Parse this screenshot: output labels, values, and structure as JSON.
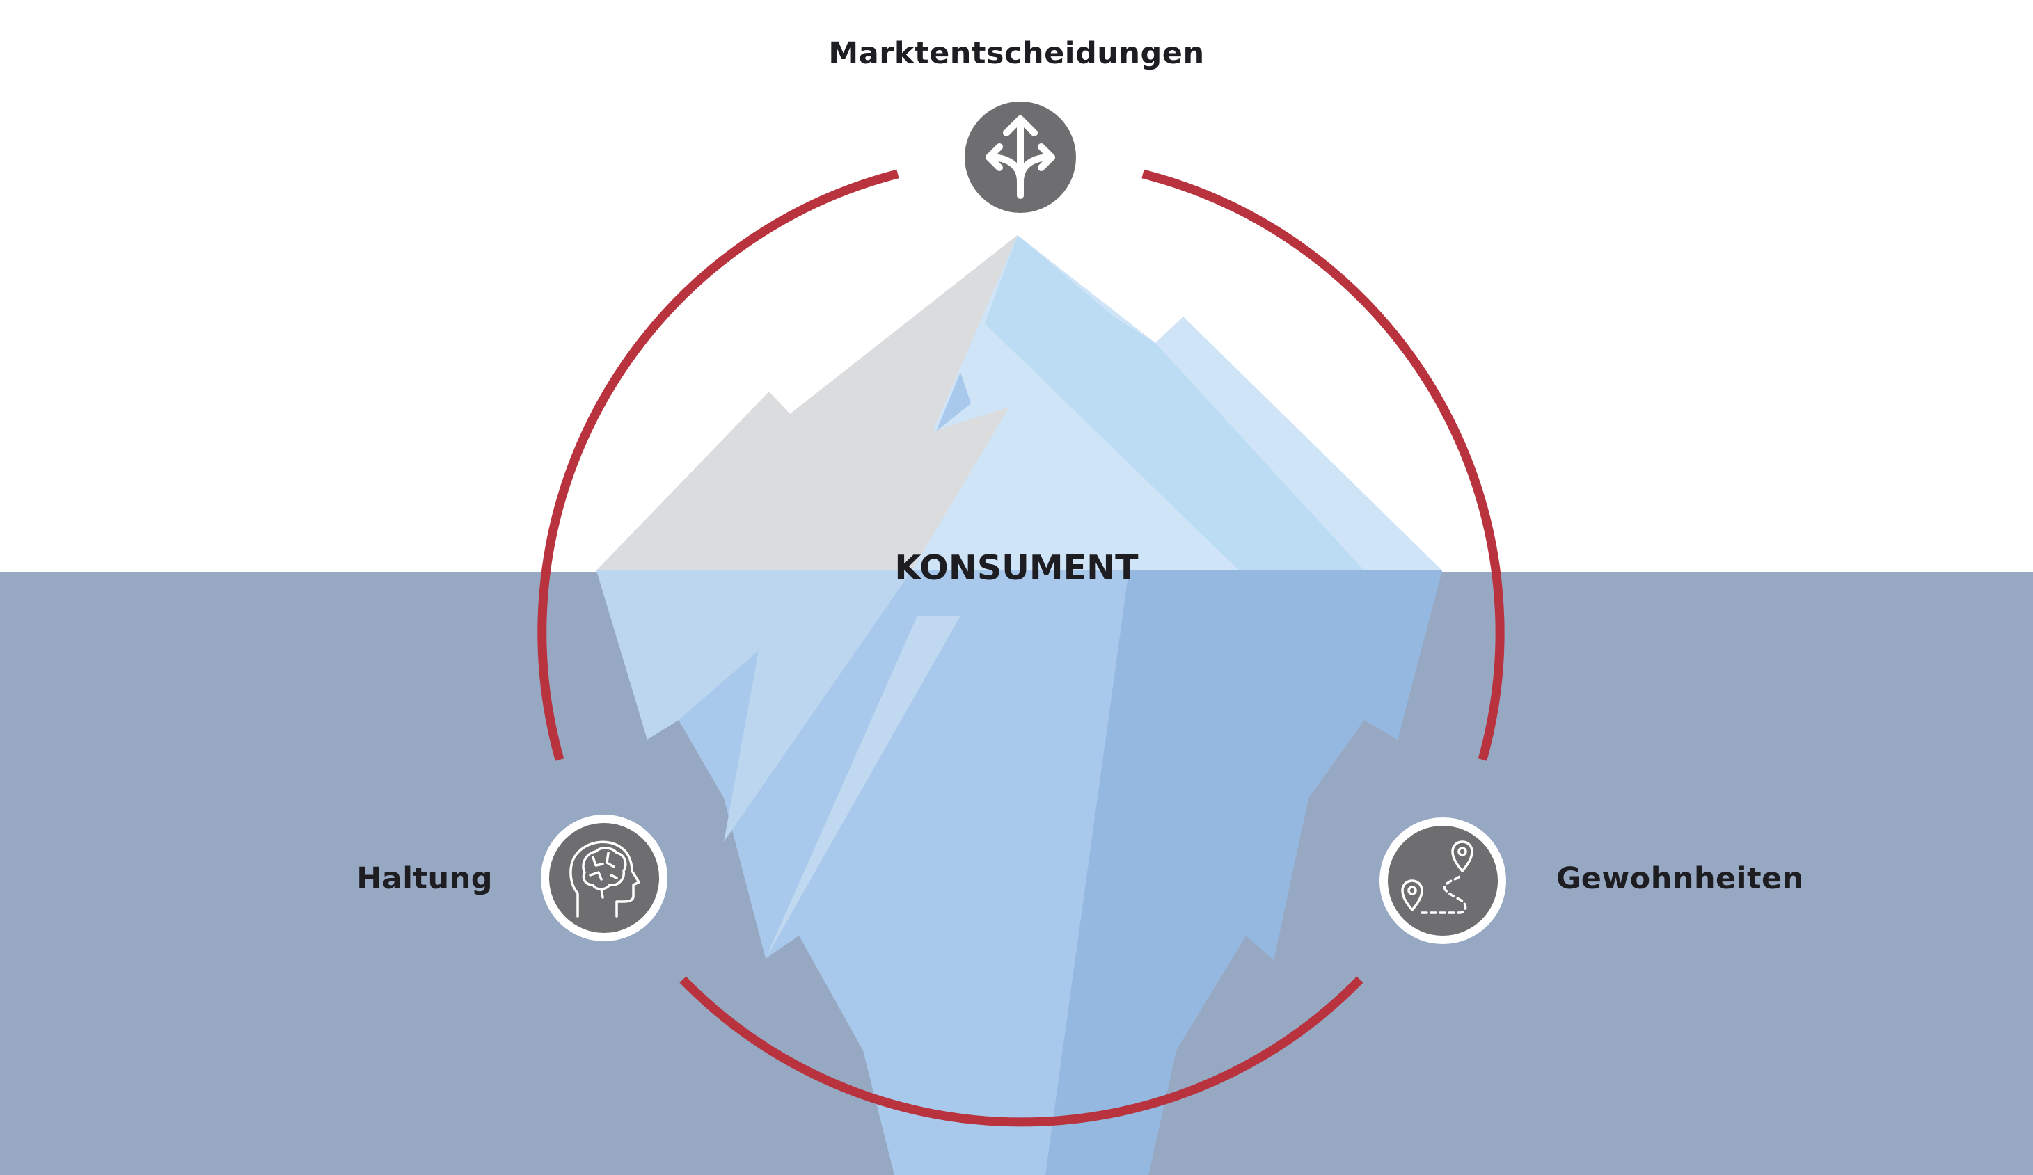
{
  "diagram": {
    "center_label": "KONSUMENT",
    "nodes": [
      {
        "label": "Marktentscheidungen",
        "icon": "split-arrows-icon"
      },
      {
        "label": "Haltung",
        "icon": "head-brain-icon"
      },
      {
        "label": "Gewohnheiten",
        "icon": "route-pins-icon"
      }
    ]
  },
  "colors": {
    "sky": "#ffffff",
    "water": "#97a8c3",
    "ring": "#b8333e",
    "icon_fill": "#6e6e70",
    "ice_shadow": "#dbdcde",
    "ice_light": "#d0e4f7",
    "ice_mid": "#bcdcf4",
    "ice_under": "#a9c9ec",
    "ice_under_dark": "#95b8e0"
  }
}
